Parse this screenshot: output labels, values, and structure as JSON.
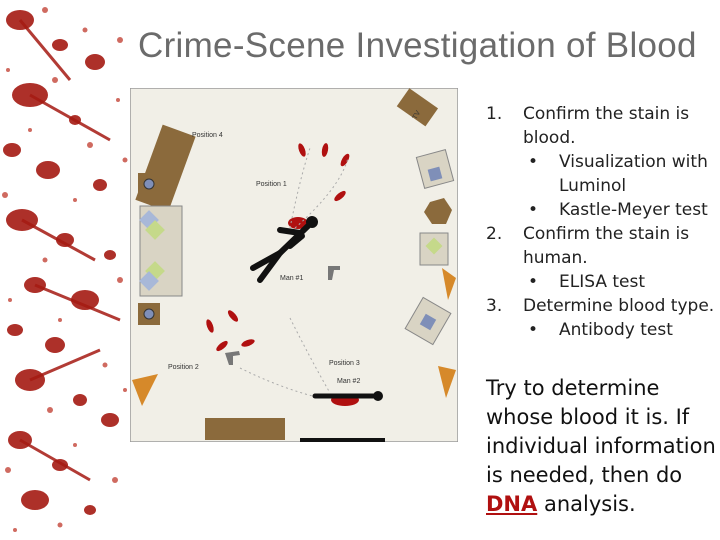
{
  "slide": {
    "title": "Crime-Scene Investigation of Blood",
    "steps": [
      {
        "num": "1.",
        "text": "Confirm the stain is blood.",
        "subs": [
          "Visualization with Luminol",
          "Kastle-Meyer test"
        ]
      },
      {
        "num": "2.",
        "text": "Confirm the stain is human.",
        "subs": [
          "ELISA test"
        ]
      },
      {
        "num": "3.",
        "text": "Determine blood type.",
        "subs": [
          "Antibody test"
        ]
      }
    ],
    "bullet": "•",
    "note_before": "Try to determine whose blood it is. If individual information is needed, then do",
    "note_link": "DNA",
    "note_after": "analysis."
  },
  "diagram": {
    "labels": {
      "tv": "TV",
      "position1": "Position 1",
      "position2": "Position 2",
      "position3": "Position 3",
      "position4": "Position 4",
      "man1": "Man #1",
      "man2": "Man #2"
    }
  },
  "colors": {
    "title": "#6b6b6b",
    "blood": "#b01010",
    "room_bg": "#f1efe7",
    "furniture": "#d9d4c4",
    "table": "#8b6a3c",
    "plant": "#d6892a"
  }
}
